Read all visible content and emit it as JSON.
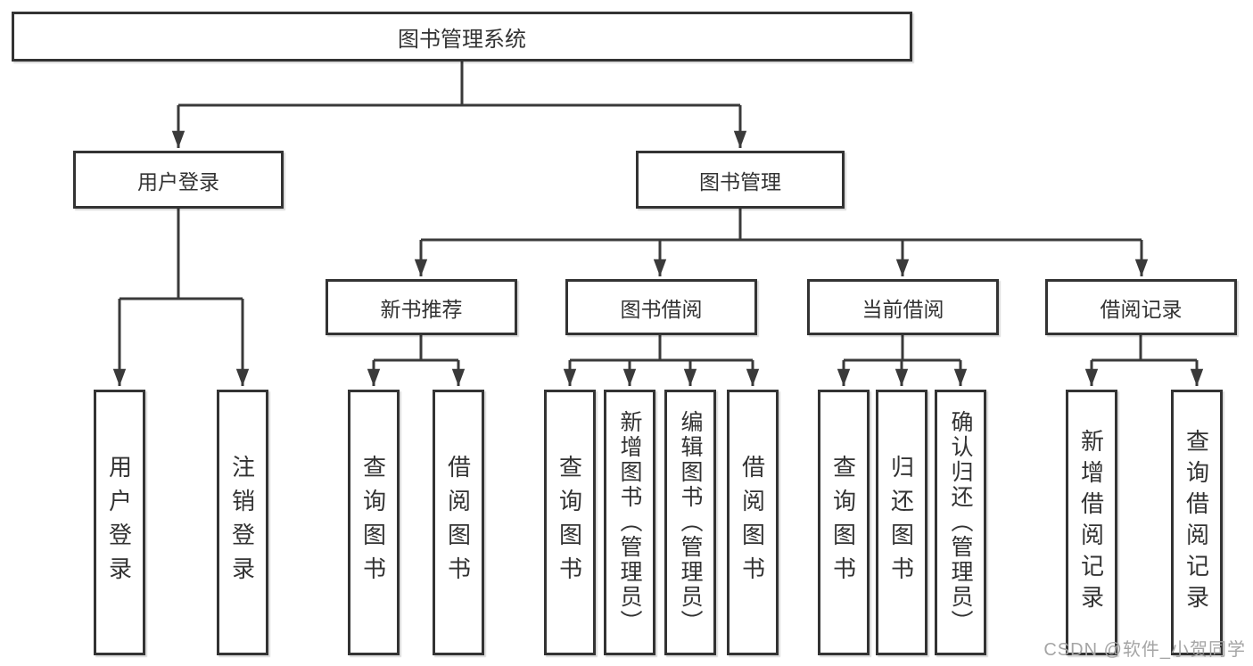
{
  "diagram": {
    "root": "图书管理系统",
    "level2": [
      "用户登录",
      "图书管理"
    ],
    "level3": [
      "新书推荐",
      "图书借阅",
      "当前借阅",
      "借阅记录"
    ],
    "groups": [
      {
        "parent": "用户登录",
        "children": [
          "用户登录",
          "注销登录"
        ]
      },
      {
        "parent": "新书推荐",
        "children": [
          "查询图书",
          "借阅图书"
        ]
      },
      {
        "parent": "图书借阅",
        "children": [
          "查询图书",
          "新增图书（管理员）",
          "编辑图书（管理员）",
          "借阅图书"
        ]
      },
      {
        "parent": "当前借阅",
        "children": [
          "查询图书",
          "归还图书",
          "确认归还（管理员）"
        ]
      },
      {
        "parent": "借阅记录",
        "children": [
          "新增借阅记录",
          "查询借阅记录"
        ]
      }
    ],
    "watermark": "CSDN @软件_小贺同学"
  },
  "colors": {
    "line": "#3a3a3a",
    "box_border": "#333333",
    "text": "#333333",
    "watermark": "#a5a5a5",
    "background": "#ffffff"
  }
}
